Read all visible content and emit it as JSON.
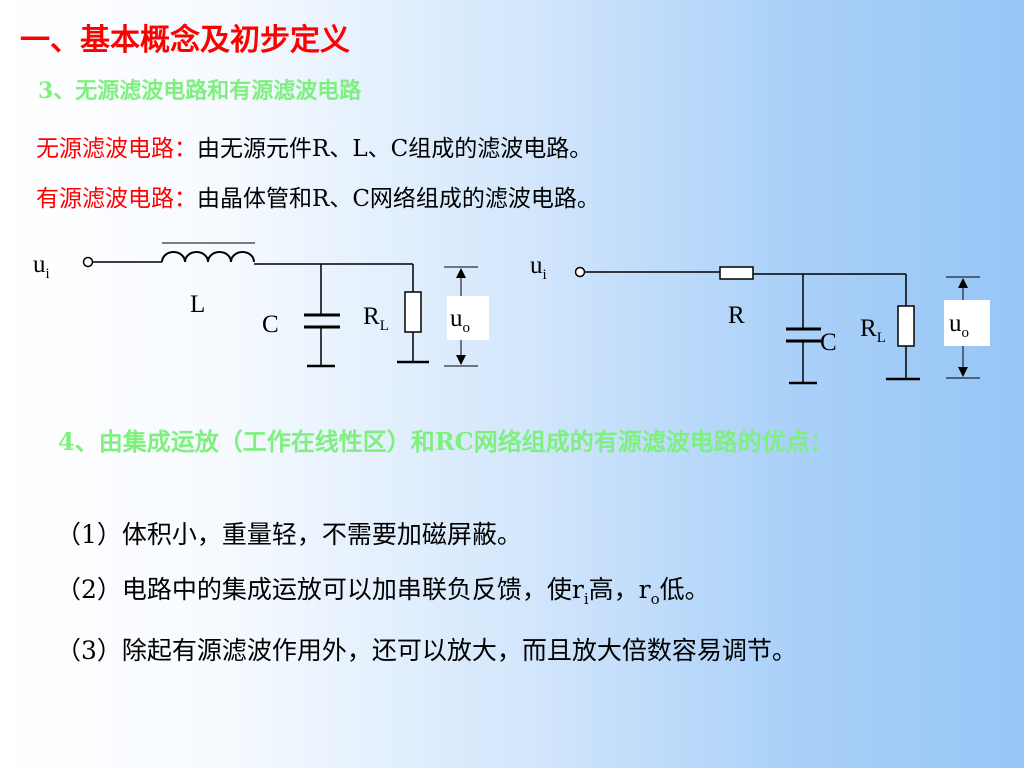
{
  "slide": {
    "title": "一、基本概念及初步定义",
    "section3_heading": "3、无源滤波电路和有源滤波电路",
    "definitions": [
      {
        "term": "无源滤波电路：",
        "desc": "由无源元件R、L、C组成的滤波电路。"
      },
      {
        "term": "有源滤波电路：",
        "desc": "由晶体管和R、C网络组成的滤波电路。"
      }
    ],
    "section4_heading": "4、由集成运放（工作在线性区）和RC网络组成的有源滤波电路的优点：",
    "advantages": [
      {
        "text": "（1）体积小，重量轻，不需要加磁屏蔽。"
      },
      {
        "before": "（2）电路中的集成运放可以加串联负反馈，使r",
        "sub1": "i",
        "mid": "高，r",
        "sub2": "o",
        "after": "低。"
      },
      {
        "text": "（3）除起有源滤波作用外，还可以放大，而且放大倍数容易调节。"
      }
    ]
  },
  "circuit_lc": {
    "input_main": "u",
    "input_sub": "i",
    "inductor": "L",
    "capacitor": "C",
    "load_main": "R",
    "load_sub": "L",
    "output_main": "u",
    "output_sub": "o"
  },
  "circuit_rc": {
    "input_main": "u",
    "input_sub": "i",
    "resistor": "R",
    "capacitor": "C",
    "load_main": "R",
    "load_sub": "L",
    "output_main": "u",
    "output_sub": "o"
  }
}
